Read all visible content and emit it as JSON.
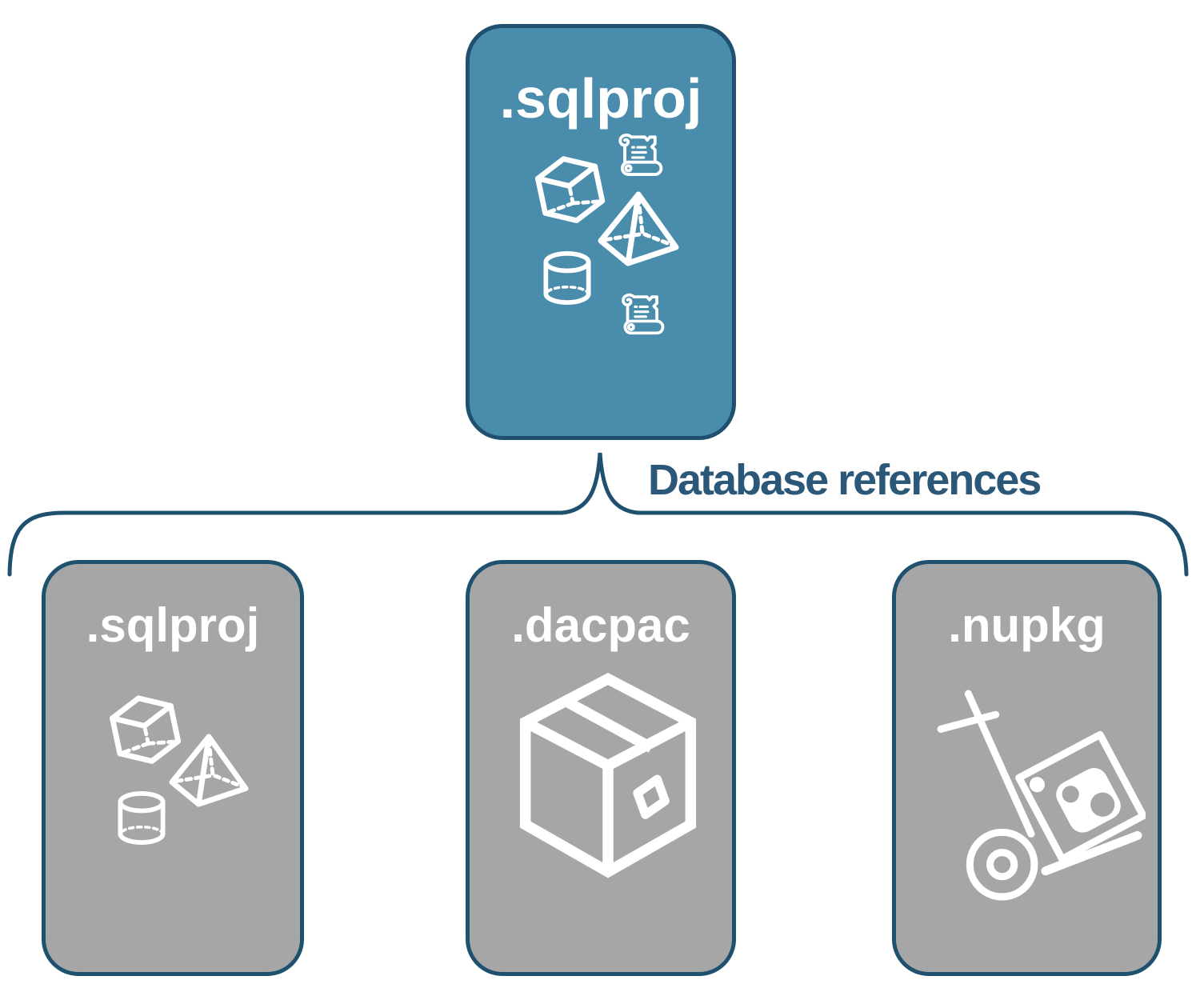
{
  "diagram": {
    "title": "SQL project database references diagram",
    "colors": {
      "accent_fill": "#4A8CAB",
      "card_gray": "#A6A6A6",
      "line_navy": "#20506F",
      "label_navy": "#2B5878",
      "icon_white": "#FFFFFF"
    },
    "root_card": {
      "label": ".sqlproj",
      "variant": "accent",
      "icons": [
        "cube-icon",
        "scroll-icon",
        "pyramid-icon",
        "cylinder-icon",
        "scroll-icon"
      ]
    },
    "connector": {
      "label": "Database references",
      "shape": "curly-brace"
    },
    "child_cards": [
      {
        "label": ".sqlproj",
        "variant": "gray",
        "icons": [
          "cube-icon",
          "pyramid-icon",
          "cylinder-icon"
        ]
      },
      {
        "label": ".dacpac",
        "variant": "gray",
        "icons": [
          "package-box-icon"
        ]
      },
      {
        "label": ".nupkg",
        "variant": "gray",
        "icons": [
          "hand-truck-package-icon"
        ]
      }
    ]
  }
}
